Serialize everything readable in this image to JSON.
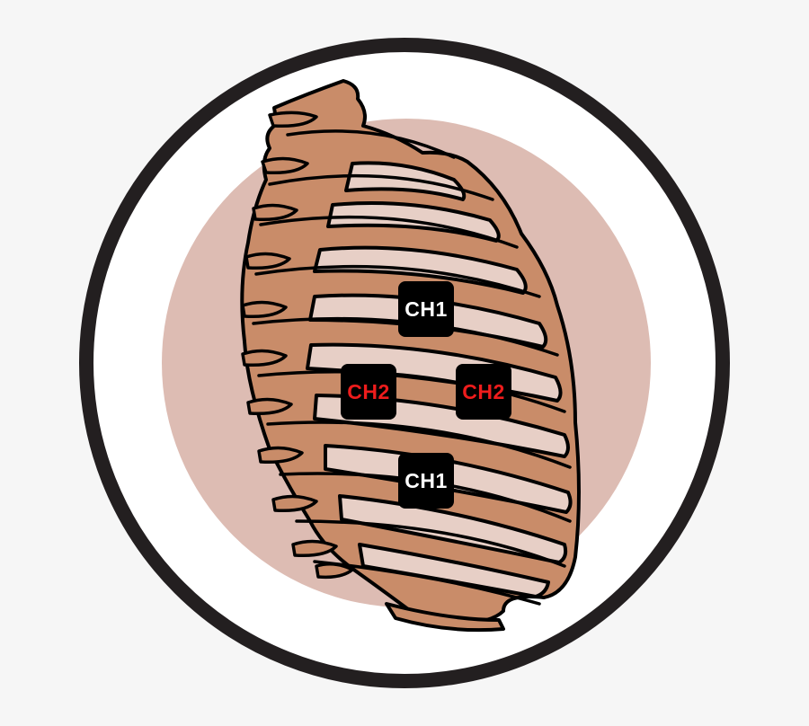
{
  "colors": {
    "background": "#f6f6f6",
    "ring": "#231f20",
    "disc": "#ddbcb3",
    "bone": "#c98c69",
    "outline": "#000000",
    "electrode": "#000000",
    "ch1_text": "#ffffff",
    "ch2_text": "#ee1c1c"
  },
  "figure": {
    "subject": "rib-cage",
    "electrodes": [
      {
        "label": "CH1",
        "channel": 1
      },
      {
        "label": "CH2",
        "channel": 2
      },
      {
        "label": "CH2",
        "channel": 2
      },
      {
        "label": "CH1",
        "channel": 1
      }
    ]
  }
}
